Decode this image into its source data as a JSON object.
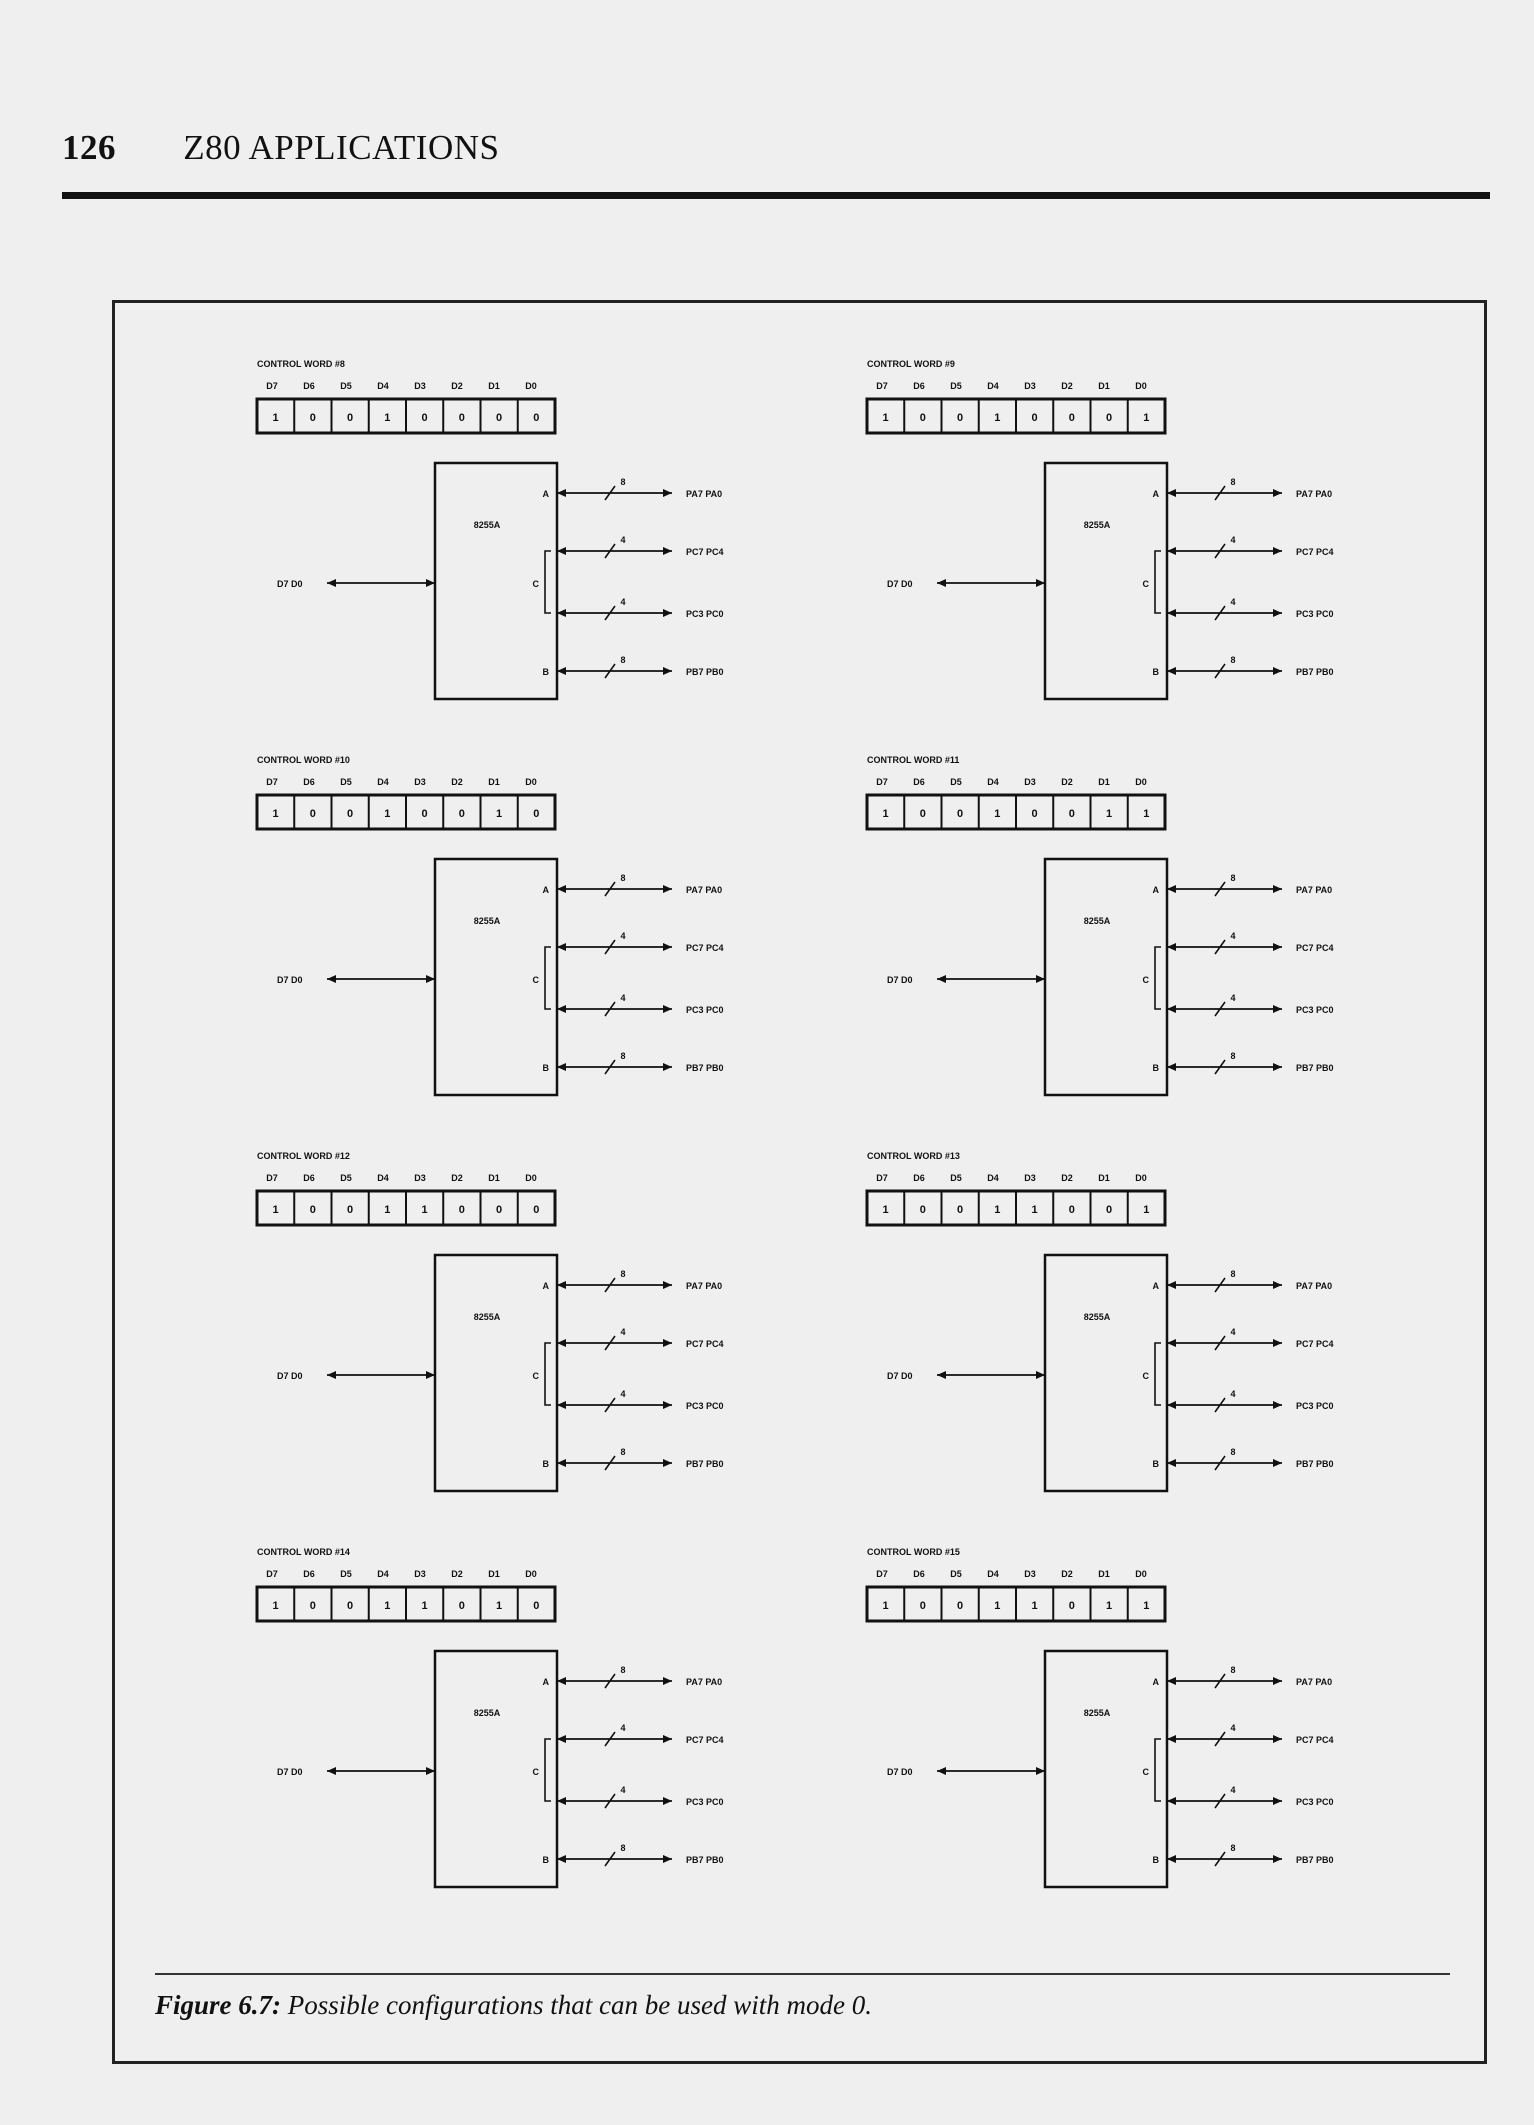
{
  "header": {
    "page_number": "126",
    "running_title": "Z80 APPLICATIONS"
  },
  "figure": {
    "caption_label": "Figure 6.7:",
    "caption_text": "Possible configurations that can be used with mode 0.",
    "chip_label": "8255A",
    "bit_labels": [
      "D7",
      "D6",
      "D5",
      "D4",
      "D3",
      "D2",
      "D1",
      "D0"
    ],
    "bus_label": "D7 D0",
    "ports": [
      {
        "id": "A",
        "width": "8",
        "label": "PA7 PA0"
      },
      {
        "id": "C-upper",
        "width": "4",
        "label": "PC7 PC4"
      },
      {
        "id": "C-lower",
        "width": "4",
        "label": "PC3 PC0"
      },
      {
        "id": "B",
        "width": "8",
        "label": "PB7 PB0"
      }
    ],
    "port_letters": [
      "A",
      "C",
      "B"
    ],
    "panels": [
      {
        "title": "CONTROL WORD #8",
        "bits": [
          "1",
          "0",
          "0",
          "1",
          "0",
          "0",
          "0",
          "0"
        ]
      },
      {
        "title": "CONTROL WORD #9",
        "bits": [
          "1",
          "0",
          "0",
          "1",
          "0",
          "0",
          "0",
          "1"
        ]
      },
      {
        "title": "CONTROL WORD #10",
        "bits": [
          "1",
          "0",
          "0",
          "1",
          "0",
          "0",
          "1",
          "0"
        ]
      },
      {
        "title": "CONTROL WORD #11",
        "bits": [
          "1",
          "0",
          "0",
          "1",
          "0",
          "0",
          "1",
          "1"
        ]
      },
      {
        "title": "CONTROL WORD #12",
        "bits": [
          "1",
          "0",
          "0",
          "1",
          "1",
          "0",
          "0",
          "0"
        ]
      },
      {
        "title": "CONTROL WORD #13",
        "bits": [
          "1",
          "0",
          "0",
          "1",
          "1",
          "0",
          "0",
          "1"
        ]
      },
      {
        "title": "CONTROL WORD #14",
        "bits": [
          "1",
          "0",
          "0",
          "1",
          "1",
          "0",
          "1",
          "0"
        ]
      },
      {
        "title": "CONTROL WORD #15",
        "bits": [
          "1",
          "0",
          "0",
          "1",
          "1",
          "0",
          "1",
          "1"
        ]
      }
    ]
  }
}
